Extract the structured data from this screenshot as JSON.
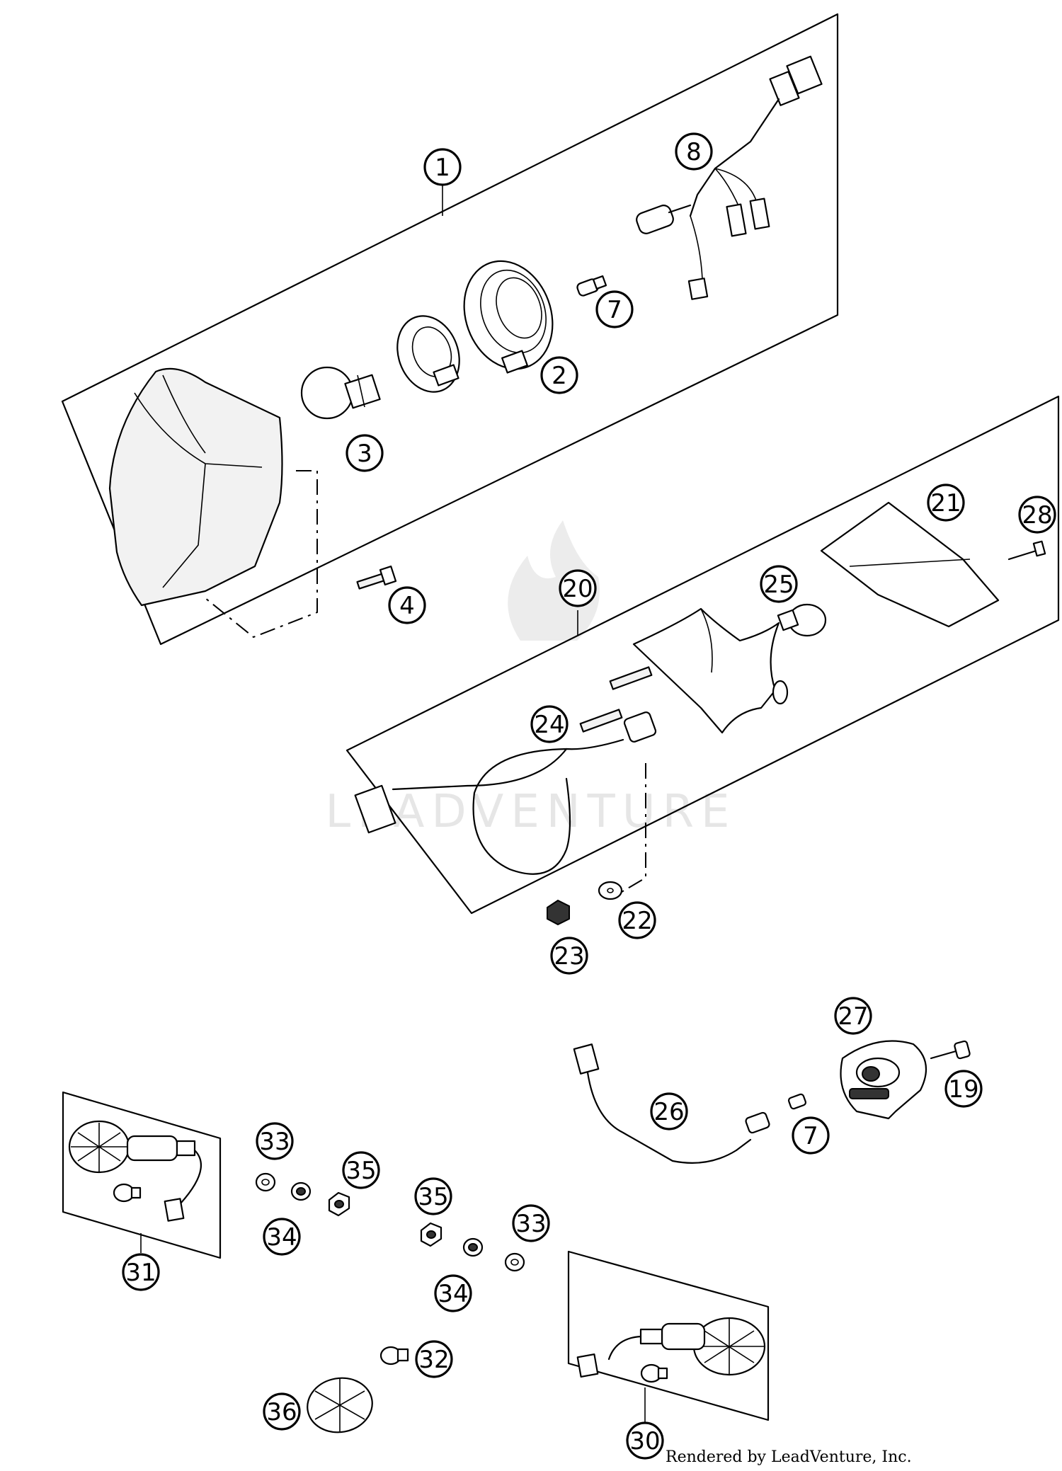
{
  "watermark": "LEADVENTURE",
  "credit": "Rendered by LeadVenture, Inc.",
  "callouts": [
    {
      "id": "c1",
      "label": "1"
    },
    {
      "id": "c2",
      "label": "2"
    },
    {
      "id": "c3",
      "label": "3"
    },
    {
      "id": "c4",
      "label": "4"
    },
    {
      "id": "c7a",
      "label": "7"
    },
    {
      "id": "c8",
      "label": "8"
    },
    {
      "id": "c20",
      "label": "20"
    },
    {
      "id": "c21",
      "label": "21"
    },
    {
      "id": "c22",
      "label": "22"
    },
    {
      "id": "c23",
      "label": "23"
    },
    {
      "id": "c24",
      "label": "24"
    },
    {
      "id": "c25",
      "label": "25"
    },
    {
      "id": "c28",
      "label": "28"
    },
    {
      "id": "c19",
      "label": "19"
    },
    {
      "id": "c26",
      "label": "26"
    },
    {
      "id": "c27",
      "label": "27"
    },
    {
      "id": "c7b",
      "label": "7"
    },
    {
      "id": "c30",
      "label": "30"
    },
    {
      "id": "c31",
      "label": "31"
    },
    {
      "id": "c32",
      "label": "32"
    },
    {
      "id": "c33a",
      "label": "33"
    },
    {
      "id": "c33b",
      "label": "33"
    },
    {
      "id": "c34a",
      "label": "34"
    },
    {
      "id": "c34b",
      "label": "34"
    },
    {
      "id": "c35a",
      "label": "35"
    },
    {
      "id": "c35b",
      "label": "35"
    },
    {
      "id": "c36",
      "label": "36"
    }
  ]
}
